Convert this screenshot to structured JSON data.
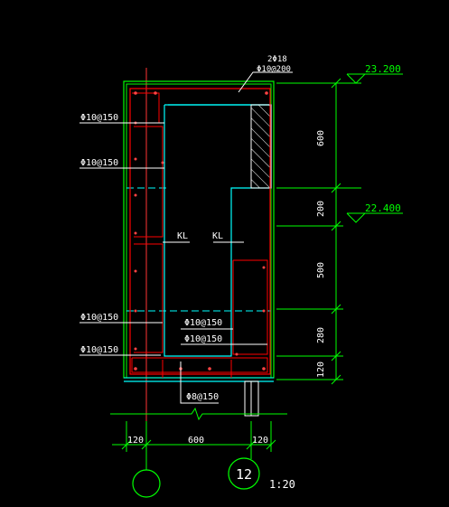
{
  "drawing": {
    "background": "#000000",
    "colors": {
      "concrete_outline": "#00ff00",
      "slab_outline": "#00ffff",
      "rebar": "#ff0000",
      "leader": "#ffffff",
      "dimension": "#00ff00",
      "hatch": "#ffffff"
    },
    "rebar_labels": {
      "top_bars": "2Φ18",
      "top_stirrup": "Φ10@200",
      "left_1": "Φ10@150",
      "left_2": "Φ10@150",
      "left_3": "Φ10@150",
      "left_4": "Φ10@150",
      "mid_1": "Φ10@150",
      "mid_2": "Φ10@150",
      "bottom": "Φ8@150"
    },
    "beam_labels": {
      "kl_left": "KL",
      "kl_right": "KL"
    },
    "elevations": {
      "top": "23.200",
      "middle": "22.400"
    },
    "vertical_dims": [
      "600",
      "200",
      "500",
      "280",
      "120"
    ],
    "horizontal_dims": [
      "120",
      "600",
      "120"
    ],
    "grid_axis": "12",
    "scale": "1:20"
  }
}
